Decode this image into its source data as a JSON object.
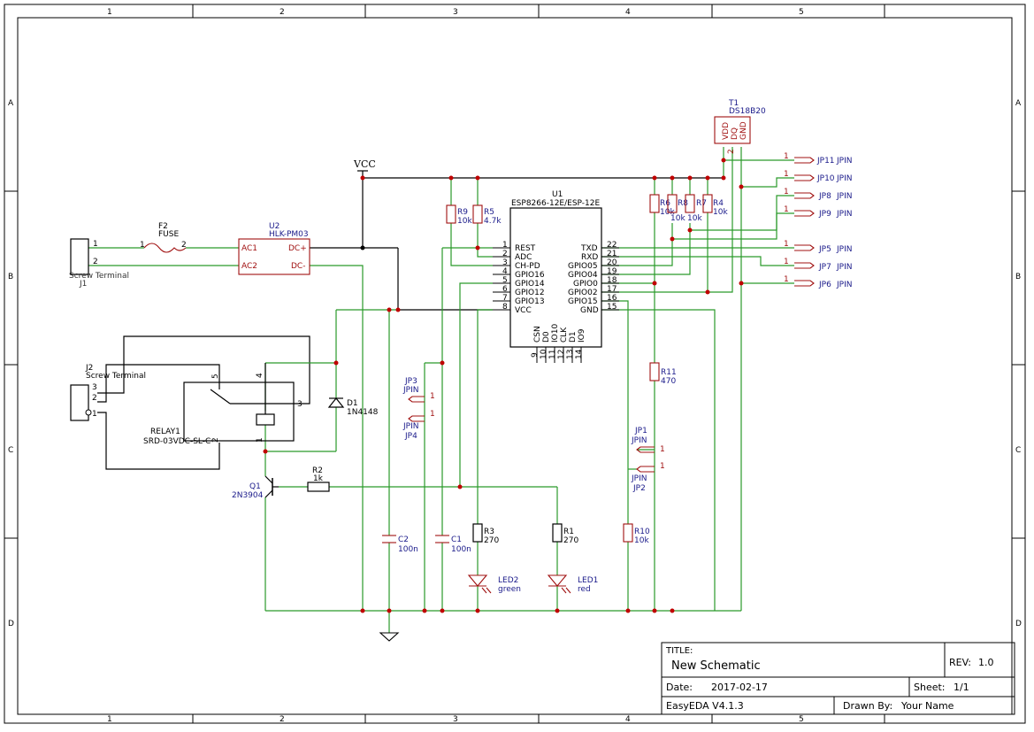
{
  "frame": {
    "cols": [
      "1",
      "2",
      "3",
      "4",
      "5"
    ],
    "rows": [
      "A",
      "B",
      "C",
      "D"
    ]
  },
  "title_block": {
    "title_label": "TITLE:",
    "title": "New Schematic",
    "rev_label": "REV:",
    "rev": "1.0",
    "date_label": "Date:",
    "date": "2017-02-17",
    "sheet_label": "Sheet:",
    "sheet": "1/1",
    "tool": "EasyEDA V4.1.3",
    "drawn_label": "Drawn By:",
    "drawn": "Your Name"
  },
  "net": {
    "vcc": "VCC"
  },
  "components": {
    "j1": {
      "ref": "J1",
      "name": "Screw Terminal",
      "pin1": "1",
      "pin2": "2"
    },
    "f2": {
      "ref": "F2",
      "name": "FUSE",
      "pin1": "1",
      "pin2": "2"
    },
    "u2": {
      "ref": "U2",
      "name": "HLK-PM03",
      "ac1": "AC1",
      "ac2": "AC2",
      "dcp": "DC+",
      "dcm": "DC-"
    },
    "j2": {
      "ref": "J2",
      "name": "Screw Terminal",
      "p1": "1",
      "p2": "2",
      "p3": "3"
    },
    "relay": {
      "ref": "RELAY1",
      "name": "SRD-03VDC-SL-C",
      "p1": "1",
      "p2": "2",
      "p3": "3",
      "p4": "4",
      "p5": "5"
    },
    "d1": {
      "ref": "D1",
      "name": "1N4148"
    },
    "q1": {
      "ref": "Q1",
      "name": "2N3904"
    },
    "r2": {
      "ref": "R2",
      "val": "1k"
    },
    "u1": {
      "ref": "U1",
      "name": "ESP8266-12E/ESP-12E",
      "left_pins": [
        [
          "1",
          "REST"
        ],
        [
          "2",
          "ADC"
        ],
        [
          "3",
          "CH-PD"
        ],
        [
          "4",
          "GPIO16"
        ],
        [
          "5",
          "GPIO14"
        ],
        [
          "6",
          "GPIO12"
        ],
        [
          "7",
          "GPIO13"
        ],
        [
          "8",
          "VCC"
        ]
      ],
      "right_pins": [
        [
          "22",
          "TXD"
        ],
        [
          "21",
          "RXD"
        ],
        [
          "20",
          "GPIO05"
        ],
        [
          "19",
          "GPIO04"
        ],
        [
          "18",
          "GPIO0"
        ],
        [
          "17",
          "GPIO02"
        ],
        [
          "16",
          "GPIO15"
        ],
        [
          "15",
          "GND"
        ]
      ],
      "bottom_pins": [
        [
          "9",
          "CSN"
        ],
        [
          "10",
          "D0"
        ],
        [
          "11",
          "IO10"
        ],
        [
          "12",
          "CLK"
        ],
        [
          "13",
          "D1"
        ],
        [
          "14",
          "IO9"
        ]
      ]
    },
    "r9": {
      "ref": "R9",
      "val": "10k"
    },
    "r5": {
      "ref": "R5",
      "val": "4.7k"
    },
    "r6": {
      "ref": "R6",
      "val": "10k"
    },
    "r8": {
      "ref": "R8",
      "val": "10k"
    },
    "r7": {
      "ref": "R7",
      "val": "10k"
    },
    "r4": {
      "ref": "R4",
      "val": "10k"
    },
    "t1": {
      "ref": "T1",
      "name": "DS18B20",
      "vdd": "VDD",
      "dq": "DQ",
      "gnd": "GND",
      "pin": "2"
    },
    "r11": {
      "ref": "R11",
      "val": "470"
    },
    "r10": {
      "ref": "R10",
      "val": "10k"
    },
    "r3": {
      "ref": "R3",
      "val": "270"
    },
    "r1": {
      "ref": "R1",
      "val": "270"
    },
    "c2": {
      "ref": "C2",
      "val": "100n"
    },
    "c1": {
      "ref": "C1",
      "val": "100n"
    },
    "led2": {
      "ref": "LED2",
      "val": "green"
    },
    "led1": {
      "ref": "LED1",
      "val": "red"
    },
    "jp3": {
      "ref": "JP3",
      "name": "JPIN",
      "pin": "1"
    },
    "jp4": {
      "ref": "JP4",
      "name": "JPIN",
      "pin": "1"
    },
    "jp1": {
      "ref": "JP1",
      "name": "JPIN",
      "pin": "1"
    },
    "jp2": {
      "ref": "JP2",
      "name": "JPIN",
      "pin": "1"
    },
    "jp_right": [
      {
        "ref": "JP11",
        "name": "JPIN",
        "pin": "1"
      },
      {
        "ref": "JP10",
        "name": "JPIN",
        "pin": "1"
      },
      {
        "ref": "JP8",
        "name": "JPIN",
        "pin": "1"
      },
      {
        "ref": "JP9",
        "name": "JPIN",
        "pin": "1"
      },
      {
        "ref": "JP5",
        "name": "JPIN",
        "pin": "1"
      },
      {
        "ref": "JP7",
        "name": "JPIN",
        "pin": "1"
      },
      {
        "ref": "JP6",
        "name": "JPIN",
        "pin": "1"
      }
    ]
  },
  "colors": {
    "wire": "#2a9a2a",
    "symbol": "#a01010",
    "label": "#1a1a8a",
    "junction": "#c00000"
  }
}
